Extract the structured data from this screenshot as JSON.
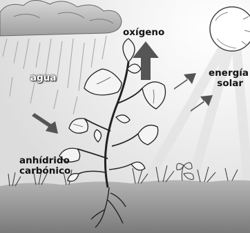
{
  "diagram": {
    "labels": {
      "water": "agua",
      "oxygen": "oxígeno",
      "solar_energy_line1": "energía",
      "solar_energy_line2": "solar",
      "co2_line1": "anhídrido",
      "co2_line2": "carbónico"
    },
    "icons": {
      "cloud": "rain-cloud-icon",
      "sun": "sun-icon",
      "plant": "plant-illustration",
      "arrow_up": "arrow-up-icon",
      "arrow_in": "arrow-down-left-icon",
      "arrow_right": "arrow-down-right-icon"
    },
    "colors": {
      "arrow_fill": "#555555",
      "ink": "#222222",
      "cloud_fill": "#c8c8c8",
      "ground_fill": "#9a9a9a"
    }
  }
}
